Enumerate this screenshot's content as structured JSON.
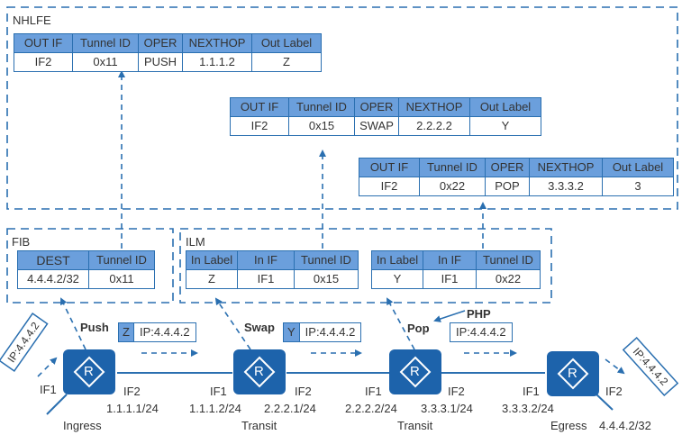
{
  "nhlfe": {
    "title": "NHLFE",
    "headers": [
      "OUT IF",
      "Tunnel ID",
      "OPER",
      "NEXTHOP",
      "Out Label"
    ],
    "entries": [
      [
        "IF2",
        "0x11",
        "PUSH",
        "1.1.1.2",
        "Z"
      ],
      [
        "IF2",
        "0x15",
        "SWAP",
        "2.2.2.2",
        "Y"
      ],
      [
        "IF2",
        "0x22",
        "POP",
        "3.3.3.2",
        "3"
      ]
    ]
  },
  "fib": {
    "title": "FIB",
    "headers": [
      "DEST",
      "Tunnel ID"
    ],
    "entries": [
      [
        "4.4.4.2/32",
        "0x11"
      ]
    ]
  },
  "ilm": {
    "title": "ILM",
    "headers": [
      "In Label",
      "In IF",
      "Tunnel ID"
    ],
    "entries": [
      [
        "Z",
        "IF1",
        "0x15"
      ],
      [
        "Y",
        "IF1",
        "0x22"
      ]
    ]
  },
  "operations": {
    "push": "Push",
    "swap": "Swap",
    "pop": "Pop",
    "php": "PHP"
  },
  "packets": {
    "ingress_in": "IP:4.4.4.2",
    "after_push": {
      "label": "Z",
      "ip": "IP:4.4.4.2"
    },
    "after_swap": {
      "label": "Y",
      "ip": "IP:4.4.4.2"
    },
    "after_pop": "IP:4.4.4.2",
    "egress_out": "IP:4.4.4.2"
  },
  "routers": [
    {
      "role": "Ingress",
      "icon": "R",
      "if_in": "IF1",
      "if_out": "IF2",
      "ip_out": "1.1.1.1/24"
    },
    {
      "role": "Transit",
      "icon": "R",
      "if_in": "IF1",
      "ip_in": "1.1.1.2/24",
      "if_out": "IF2",
      "ip_out": "2.2.2.1/24"
    },
    {
      "role": "Transit",
      "icon": "R",
      "if_in": "IF1",
      "ip_in": "2.2.2.2/24",
      "if_out": "IF2",
      "ip_out": "3.3.3.1/24"
    },
    {
      "role": "Egress",
      "icon": "R",
      "if_in": "IF1",
      "ip_in": "3.3.3.2/24",
      "if_out": "IF2",
      "ip_out": "4.4.4.2/32"
    }
  ],
  "colors": {
    "accent": "#2a6fb0",
    "header_fill": "#6b9fdc",
    "router_fill": "#1d63ab"
  }
}
